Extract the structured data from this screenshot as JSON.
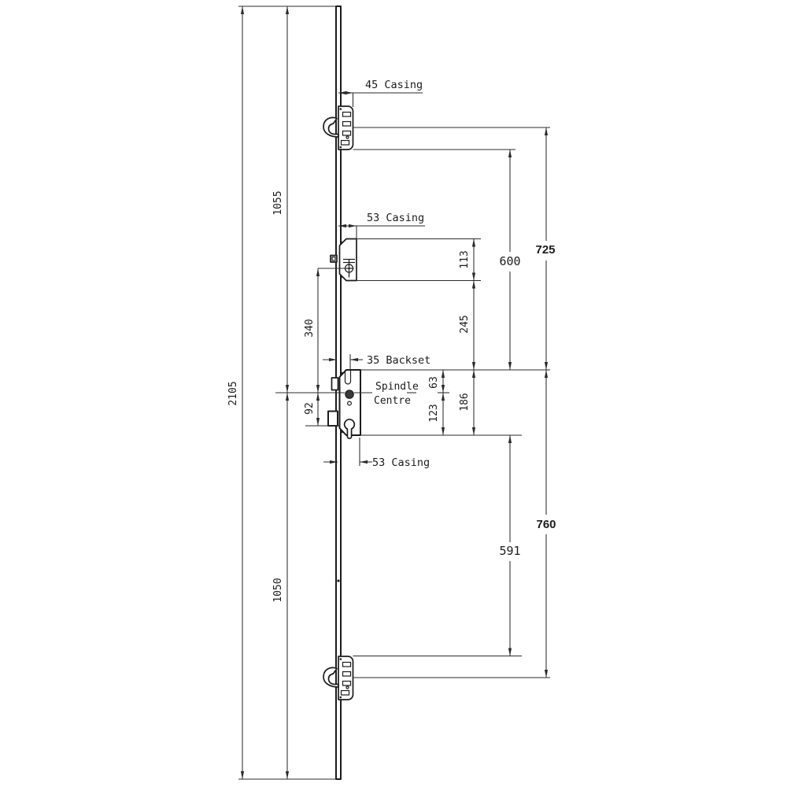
{
  "page": {
    "background": "#ffffff",
    "ink": "#1c1c1c"
  },
  "drawing": {
    "kind": "technical dimension drawing",
    "subject": "multipoint door lock with hooks, roller casing and centre gearbox",
    "left_dimensions": {
      "overall": "2105",
      "top_to_spindle": "1055",
      "spindle_to_bottom": "1050",
      "roller_to_spindle": "340",
      "spindle_to_cylinder": "92"
    },
    "casing_dimensions": {
      "top_hook": "45 Casing",
      "centre_roller": "53 Casing",
      "gearbox": "53 Casing"
    },
    "backset_label": "35 Backset",
    "spindle_label": {
      "line1": "Spindle",
      "line2": "Centre"
    },
    "right_dimensions": {
      "roller_casing_height": "113",
      "roller_to_gearbox": "245",
      "gearbox_top_to_spindle": "63",
      "spindle_to_gearbox_bottom": "123",
      "gearbox_height": "186",
      "top_casing_to_gearbox": "600",
      "top_hook_to_gearbox": "725",
      "gearbox_to_bottom_casing": "591",
      "gearbox_to_bottom_hook": "760"
    }
  }
}
